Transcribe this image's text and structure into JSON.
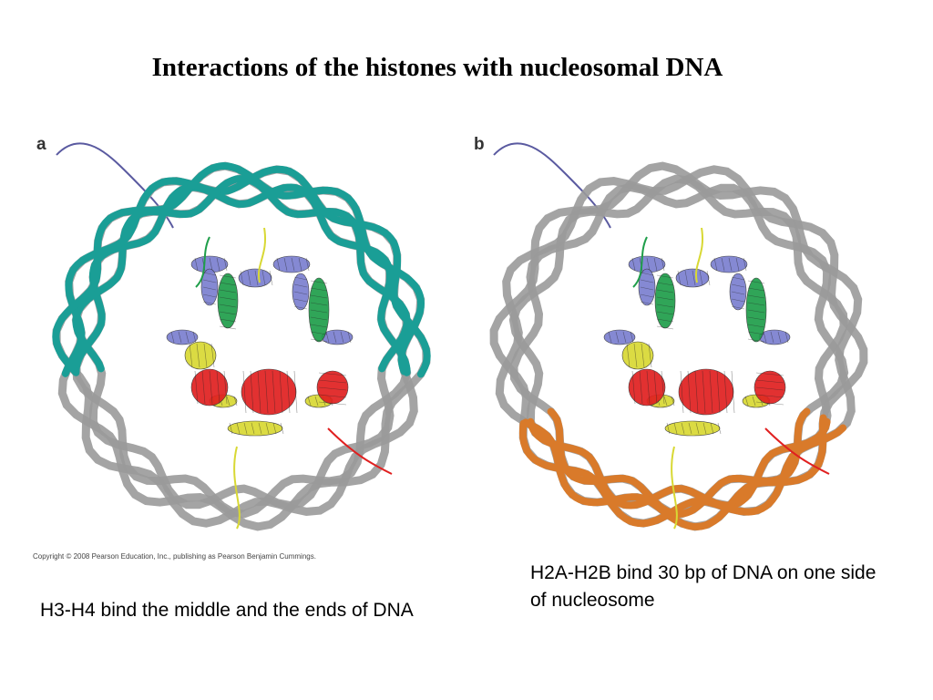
{
  "slide": {
    "title": "Interactions of the histones with nucleosomal DNA",
    "copyright": "Copyright © 2008 Pearson Education, Inc., publishing as Pearson Benjamin Cummings.",
    "panels": [
      {
        "letter": "a",
        "caption": "H3-H4 bind the middle and the ends of DNA",
        "highlight_color": "#1a9e96",
        "highlight_segments": "middle-and-ends"
      },
      {
        "letter": "b",
        "caption": "H2A-H2B bind 30 bp of DNA on one side of nucleosome",
        "highlight_color": "#d97a2a",
        "highlight_segments": "one-side"
      }
    ],
    "colors": {
      "dna_gray": "#9a9a9a",
      "histone_blue": "#7b7fd0",
      "histone_green": "#1f9e4a",
      "histone_yellow": "#d8d834",
      "histone_red": "#e02020",
      "tail": "#5a5aa0"
    }
  }
}
